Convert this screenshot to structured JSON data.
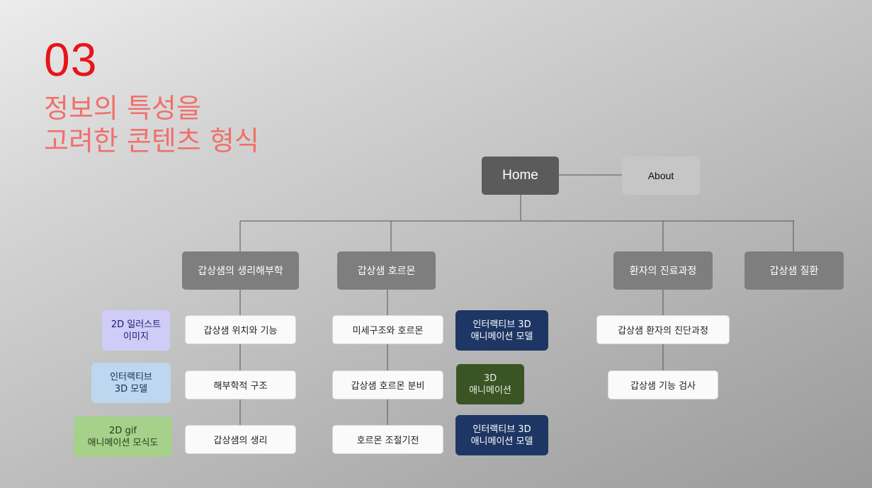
{
  "heading": {
    "number": "03",
    "title_line1": "정보의 특성을",
    "title_line2": "고려한 콘텐츠 형식"
  },
  "nodes": {
    "home": "Home",
    "about": "About",
    "categories": [
      "갑상샘의 생리해부학",
      "갑상샘 호르몬",
      "환자의 진료과정",
      "갑상샘 질환"
    ],
    "anatomy_children": [
      "갑상샘 위치와 기능",
      "해부학적 구조",
      "갑상샘의 생리"
    ],
    "hormone_children": [
      "미세구조와 호르몬",
      "갑상샘 호르몬 분비",
      "호르몬 조절기전"
    ],
    "patient_children": [
      "갑상샘 환자의 진단과정",
      "갑상샘 기능 검사"
    ]
  },
  "formats": {
    "anatomy": [
      {
        "line1": "2D 일러스트",
        "line2": "이미지",
        "color": "#cfccf8"
      },
      {
        "line1": "인터랙티브",
        "line2": "3D 모델",
        "color": "#bcd7ef"
      },
      {
        "line1": "2D gif",
        "line2": "애니메이션 모식도",
        "color": "#a5d18a"
      }
    ],
    "hormone": [
      {
        "line1": "인터랙티브 3D",
        "line2": "애니메이션 모델",
        "color": "#1e3664"
      },
      {
        "line1": "3D",
        "line2": "애니메이션",
        "color": "#3a5424"
      },
      {
        "line1": "인터랙티브 3D",
        "line2": "애니메이션 모델",
        "color": "#1e3664"
      }
    ]
  },
  "colors": {
    "number": "#e8141b",
    "title": "#f0706b",
    "home_box": "#5b5b5b",
    "category_box": "#7e7e7e",
    "connector": "#555555"
  }
}
